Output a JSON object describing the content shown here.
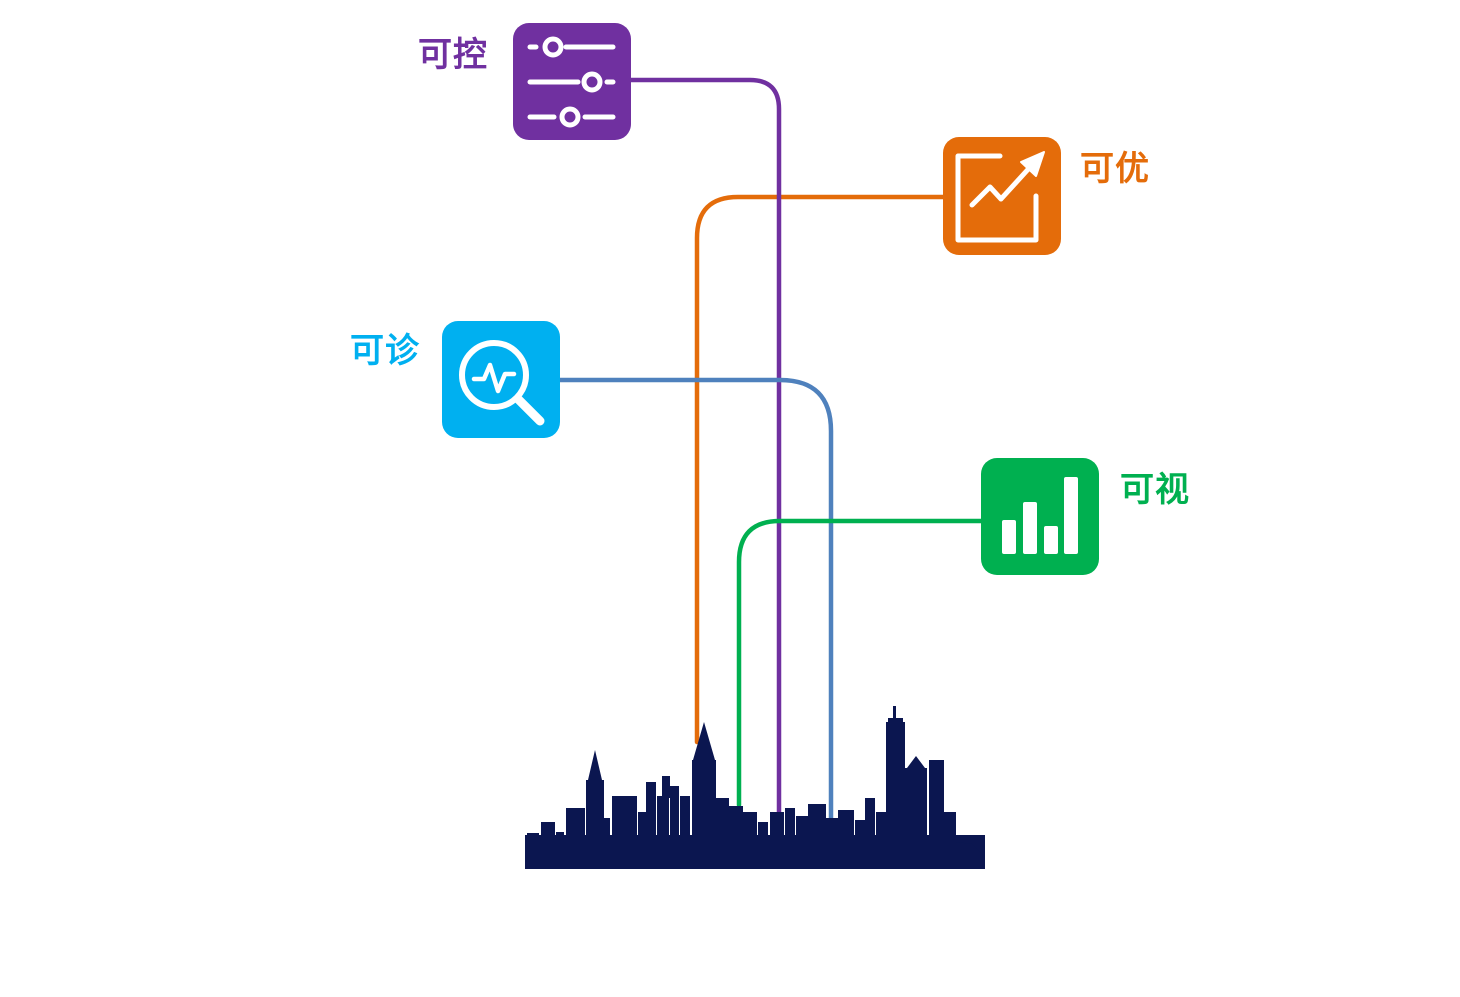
{
  "nodes": [
    {
      "key": "control",
      "label": "可控",
      "icon": "sliders-icon",
      "color": "#7030a0"
    },
    {
      "key": "optimize",
      "label": "可优",
      "icon": "trend-up-icon",
      "color": "#e46c0a"
    },
    {
      "key": "diagnose",
      "label": "可诊",
      "icon": "search-pulse-icon",
      "color": "#00b0f0"
    },
    {
      "key": "visual",
      "label": "可视",
      "icon": "bar-chart-icon",
      "color": "#00b050"
    }
  ],
  "connectors": {
    "control": "#7030a0",
    "optimize": "#e46c0a",
    "diagnose": "#4f81bd",
    "visual": "#00b050"
  },
  "skyline": {
    "icon": "city-skyline-icon",
    "color": "#0b1650"
  }
}
